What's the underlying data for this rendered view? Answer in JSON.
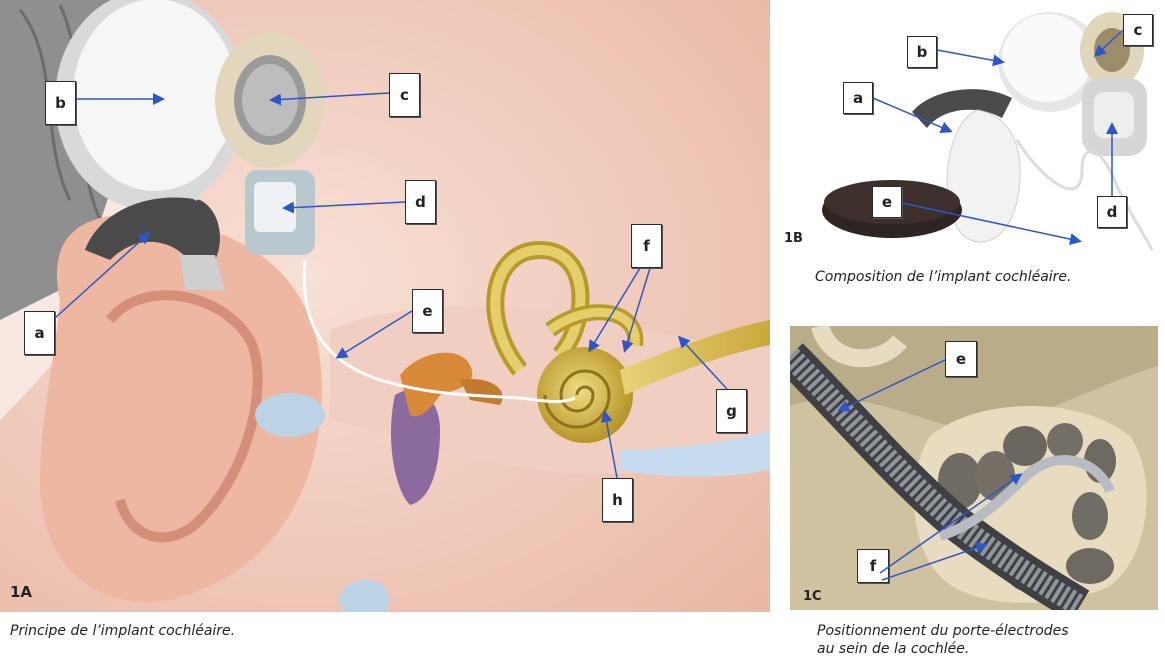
{
  "panel_1a": {
    "id": "1A",
    "caption": "Principe de l’implant cochléaire.",
    "labels": {
      "a": "a",
      "b": "b",
      "c": "c",
      "d": "d",
      "e": "e",
      "f": "f",
      "g": "g",
      "h": "h"
    }
  },
  "panel_1b": {
    "id": "1B",
    "caption": "Composition de l’implant cochléaire.",
    "labels": {
      "a": "a",
      "b": "b",
      "c": "c",
      "d": "d",
      "e": "e"
    }
  },
  "panel_1c": {
    "id": "1C",
    "caption_line1": "Positionnement du porte-électrodes",
    "caption_line2": "au sein de la cochlée.",
    "labels": {
      "e": "e",
      "f": "f"
    }
  },
  "colors": {
    "arrow": "#2f56c6",
    "skin": "#f2d2c4",
    "device_white": "#f4f4f4",
    "cochlea": "#c9a93a",
    "bone": "#d8c9a3"
  }
}
